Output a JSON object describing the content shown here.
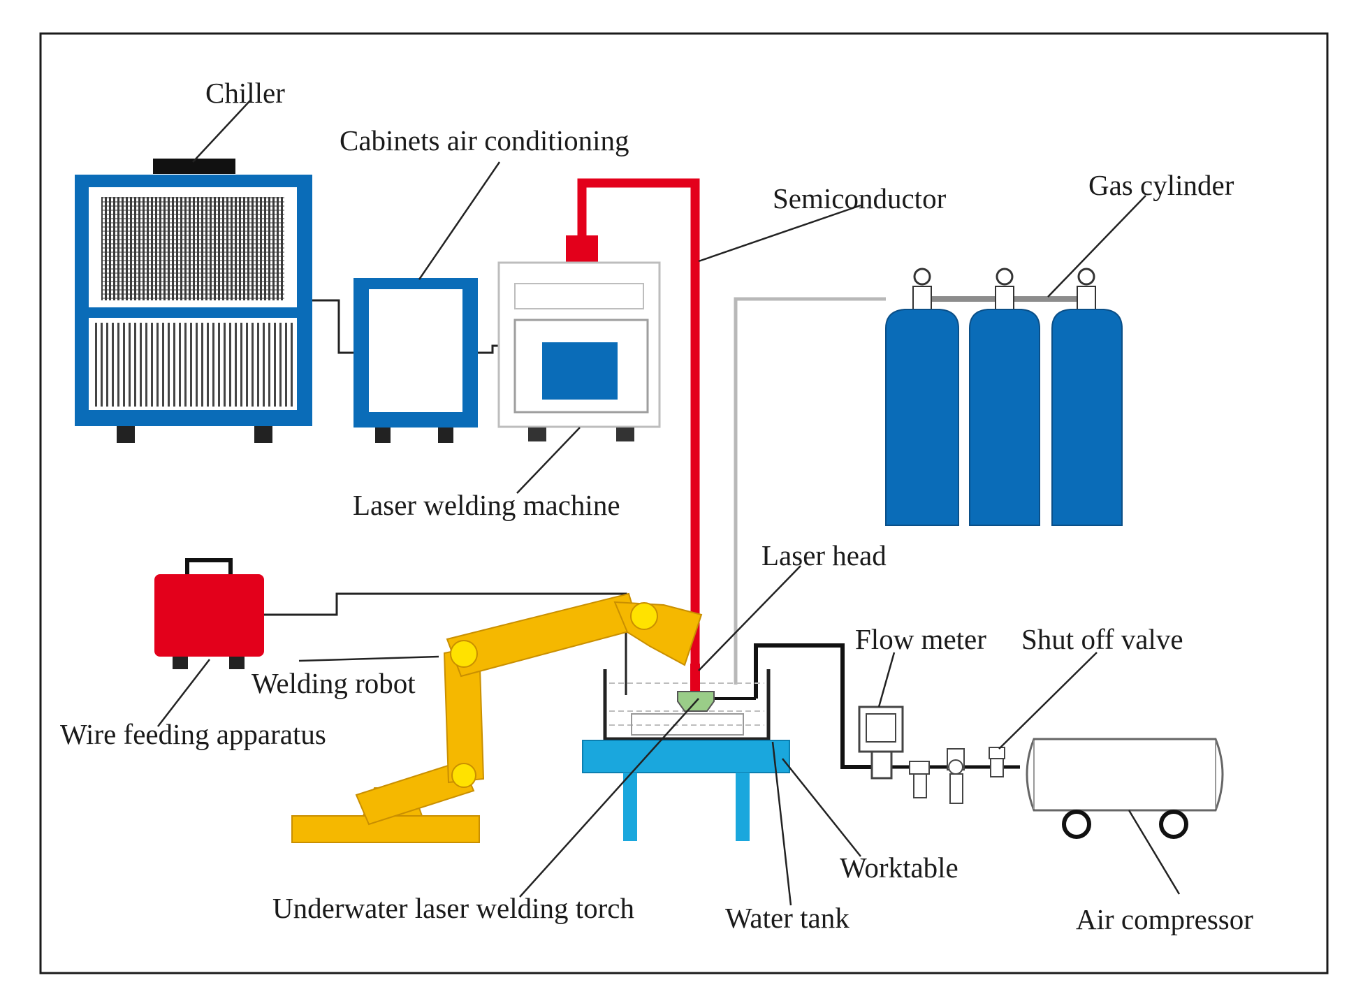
{
  "labels": {
    "chiller": "Chiller",
    "cabinets_air_conditioning": "Cabinets air conditioning",
    "semiconductor": "Semiconductor",
    "gas_cylinder": "Gas cylinder",
    "laser_welding_machine": "Laser welding machine",
    "laser_head": "Laser head",
    "flow_meter": "Flow meter",
    "shut_off_valve": "Shut off valve",
    "welding_robot": "Welding robot",
    "wire_feeding_apparatus": "Wire feeding apparatus",
    "worktable": "Worktable",
    "underwater_laser_welding_torch": "Underwater laser welding torch",
    "water_tank": "Water tank",
    "air_compressor": "Air compressor"
  },
  "colors": {
    "equipment_blue": "#0a6cb8",
    "worktable_cyan": "#1aa7dd",
    "laser_red": "#e3001b",
    "robot_yellow": "#f5b800",
    "robot_joint": "#ffe200",
    "frame": "#1a1a1a"
  }
}
